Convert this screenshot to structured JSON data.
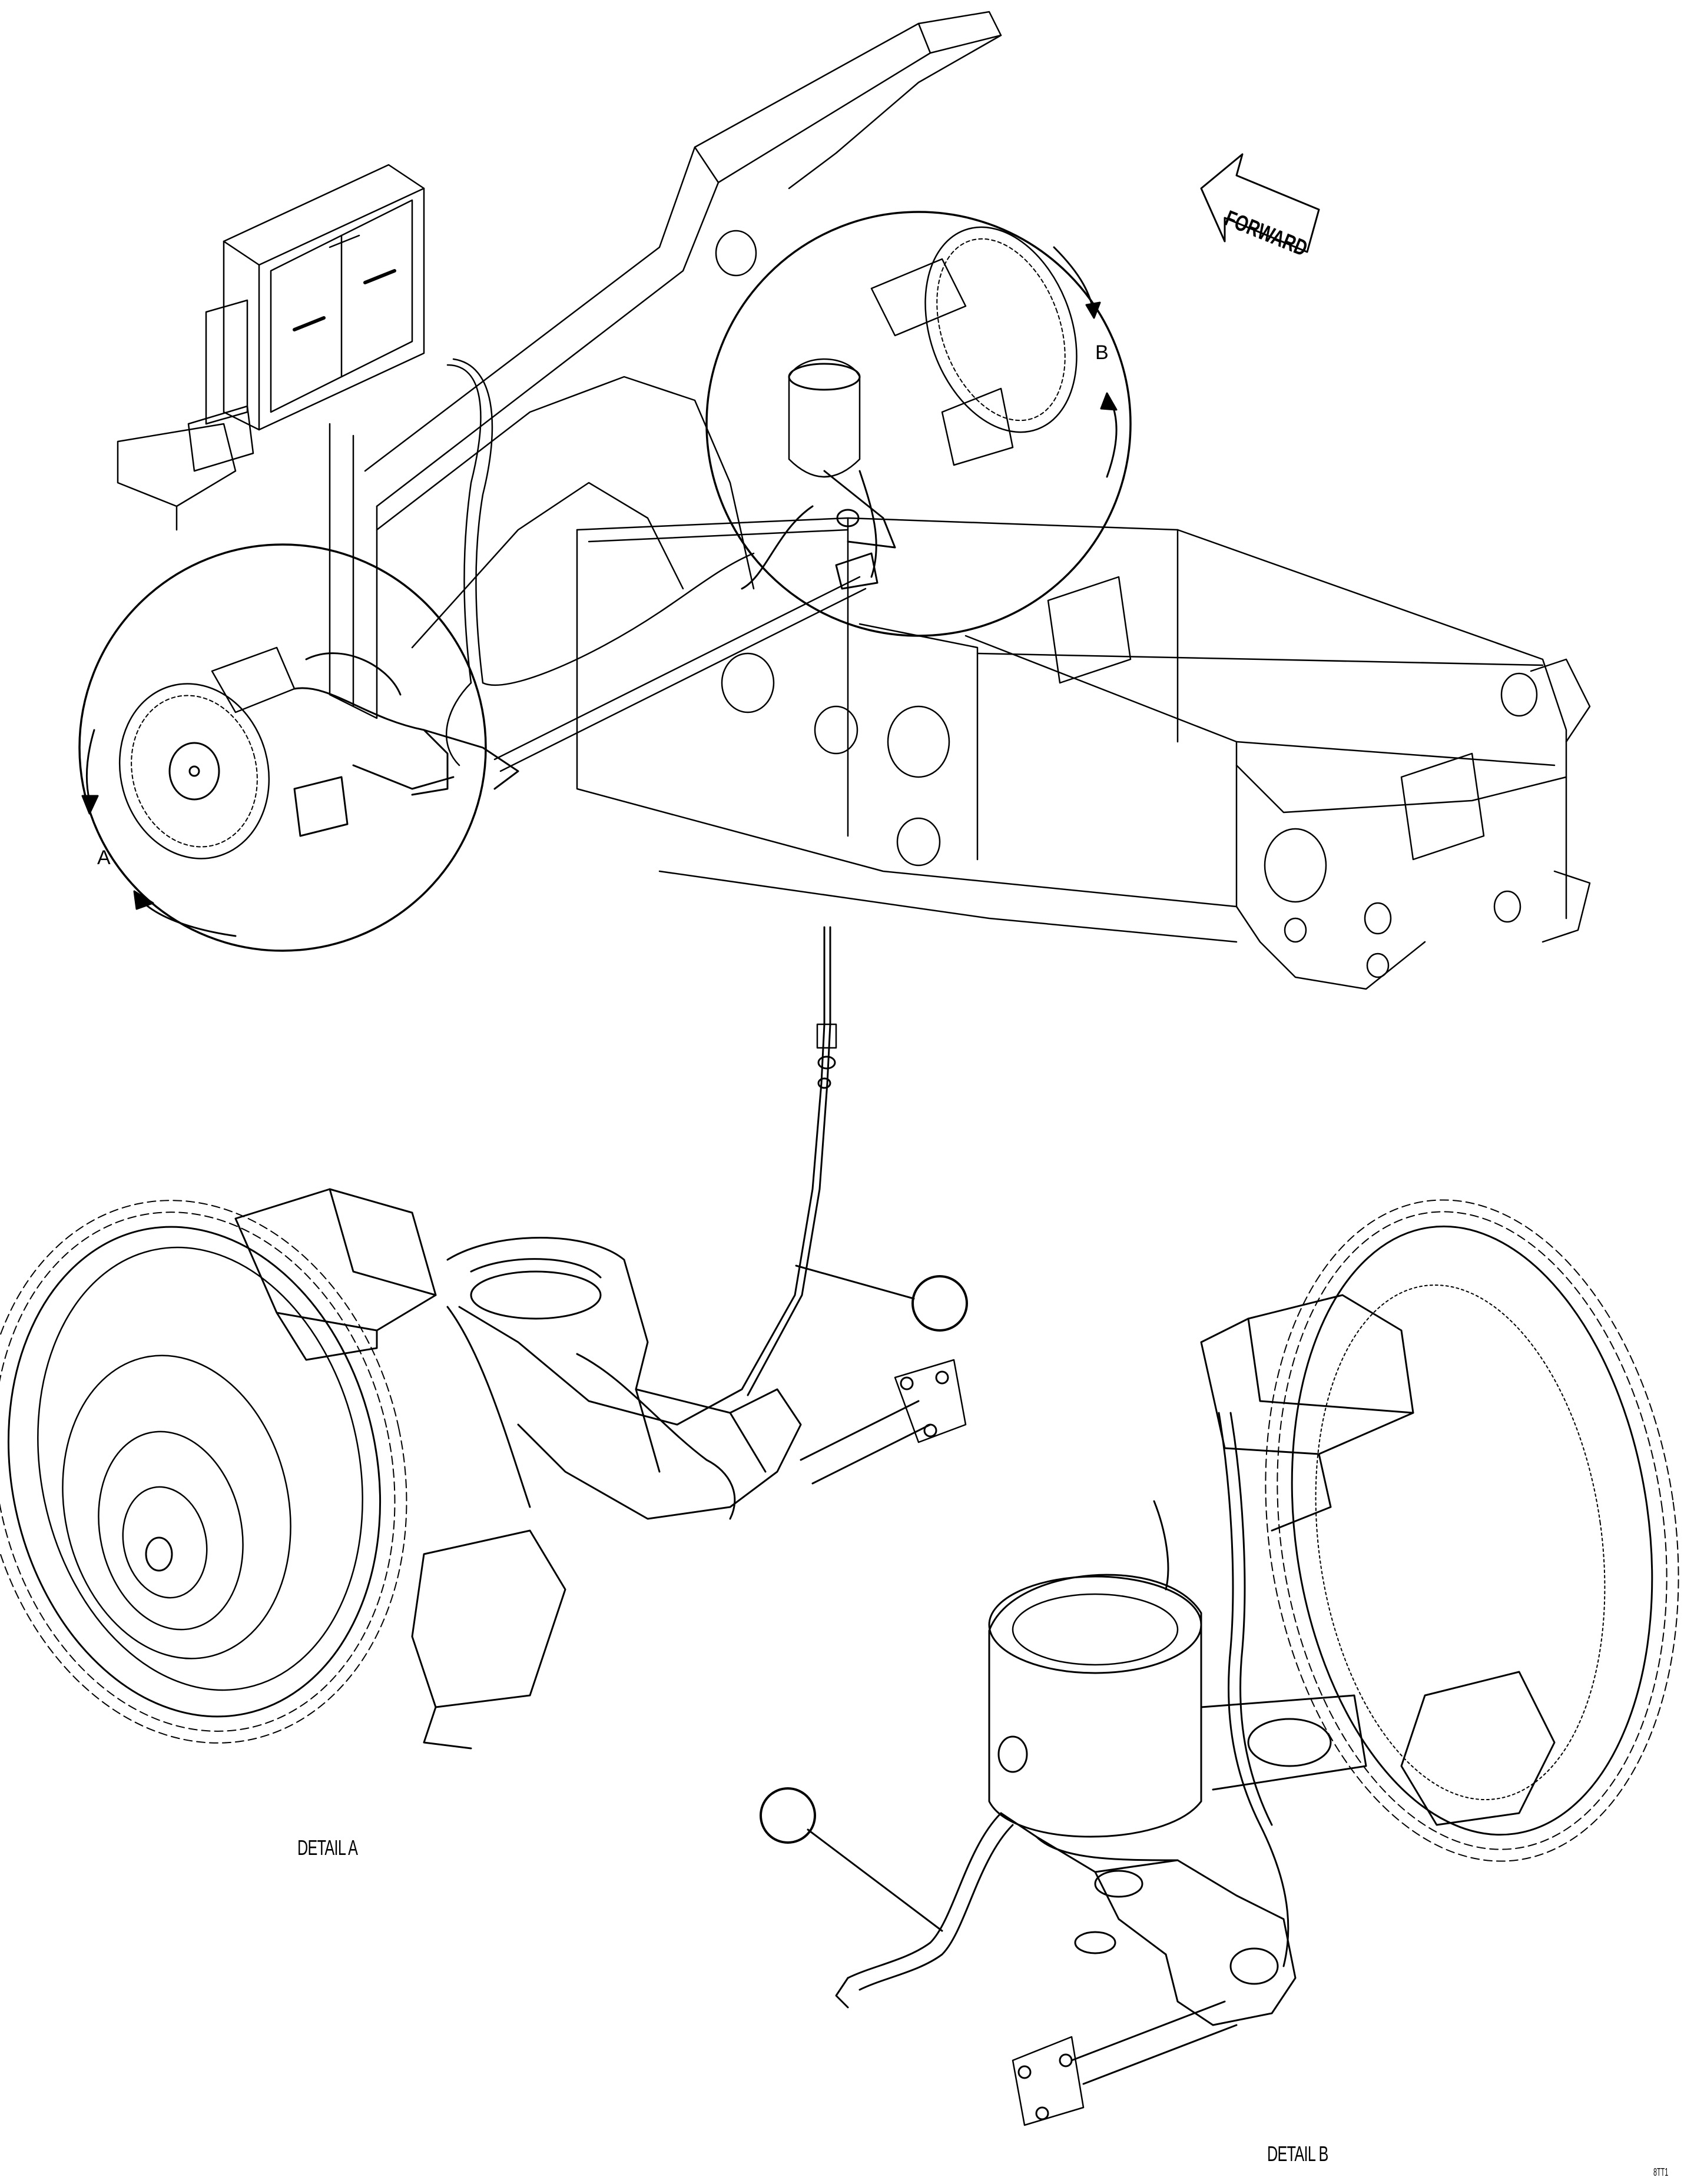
{
  "labels": {
    "view_a": "A",
    "view_b": "B",
    "forward": "FORWARD",
    "detail_a": "DETAIL A",
    "detail_b": "DETAIL B",
    "drawing_number": "8TT1"
  },
  "callouts": [
    {
      "id": "callout-1",
      "text": ""
    },
    {
      "id": "callout-2",
      "text": ""
    }
  ]
}
